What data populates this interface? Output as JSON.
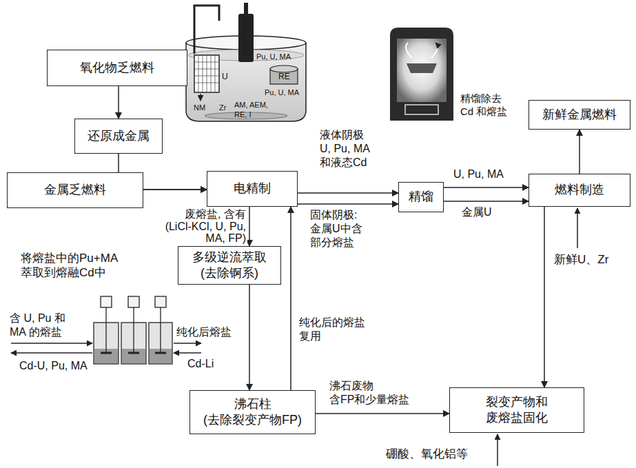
{
  "diagram": {
    "nodes": [
      {
        "text": [
          "氧化物乏燃料"
        ]
      },
      {
        "text": [
          "还原成金属"
        ]
      },
      {
        "text": [
          "金属乏燃料"
        ]
      },
      {
        "text": [
          "电精制"
        ]
      },
      {
        "text": [
          "精馏"
        ]
      },
      {
        "text": [
          "新鲜金属燃料"
        ]
      },
      {
        "text": [
          "燃料制造"
        ]
      },
      {
        "text": [
          "多级逆流萃取 (去除锕系)"
        ]
      },
      {
        "text": [
          "沸石柱 (去除裂变产物FP)"
        ]
      },
      {
        "text": [
          "裂变产物和 废熔盐固化"
        ]
      }
    ],
    "edges": [
      {
        "from": 0,
        "to": 1,
        "arrow": "to"
      },
      {
        "from": 1,
        "to": 3,
        "arrow": "to"
      },
      {
        "from": 2,
        "to": 3,
        "arrow": "to"
      },
      {
        "from": 3,
        "to": 4,
        "label": "液体阴极 U, Pu, MA 和液态Cd",
        "arrow": "to"
      },
      {
        "from": 3,
        "to": 4,
        "label": "固体阴极: 金属U中含 部分熔盐",
        "arrow": "to"
      },
      {
        "from": 4,
        "to": 6,
        "label": "U, Pu, MA",
        "arrow": "to"
      },
      {
        "from": 4,
        "to": 6,
        "label": "金属U",
        "arrow": "to"
      },
      {
        "from": 6,
        "to": 5,
        "arrow": "to"
      },
      {
        "from": 3,
        "to": 7,
        "label": "废熔盐, 含有 (LiCl-KCl, U, Pu, MA, FP)",
        "arrow": "to"
      },
      {
        "from": 7,
        "to": 8,
        "arrow": "to"
      },
      {
        "from": 8,
        "to": 3,
        "label": "纯化后的熔盐 复用",
        "arrow": "to"
      },
      {
        "from": 8,
        "to": 9,
        "label": "沸石废物 含FP和少量熔盐",
        "arrow": "to"
      },
      {
        "from": 6,
        "to": 9,
        "arrow": "to"
      }
    ],
    "labels": [
      "Pu, U, MA",
      "U",
      "RE",
      "Pu, U, MA",
      "NM",
      "Zr",
      "AM, AEM, RE, I",
      "精馏除去 Cd 和熔盐",
      "将熔盐中的Pu+MA 萃取到熔融Cd中",
      "含 U, Pu 和 MA 的熔盐",
      "Cd-U, Pu, MA",
      "纯化后熔盐",
      "Cd-Li",
      "新鲜U、Zr",
      "硼酸、氧化铝等"
    ]
  }
}
